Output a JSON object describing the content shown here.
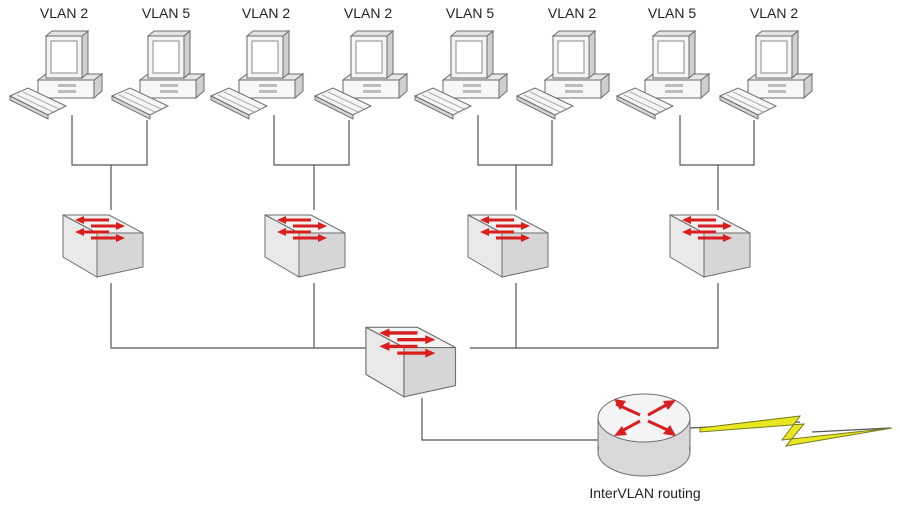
{
  "diagram": {
    "pcs": [
      {
        "vlan": "VLAN 2"
      },
      {
        "vlan": "VLAN 5"
      },
      {
        "vlan": "VLAN 2"
      },
      {
        "vlan": "VLAN 2"
      },
      {
        "vlan": "VLAN 5"
      },
      {
        "vlan": "VLAN 2"
      },
      {
        "vlan": "VLAN 5"
      },
      {
        "vlan": "VLAN 2"
      }
    ],
    "router": {
      "label": "InterVLAN routing"
    },
    "colors": {
      "arrow": "#d81e1e",
      "switch_top": "#f2f2f2",
      "switch_side": "#d6d6d6",
      "lightning": "#e8e820",
      "link": "#555555"
    },
    "icons": {
      "pc": "desktop-computer-icon",
      "switch": "network-switch-icon",
      "router": "router-icon",
      "wan": "lightning-bolt-icon"
    }
  }
}
